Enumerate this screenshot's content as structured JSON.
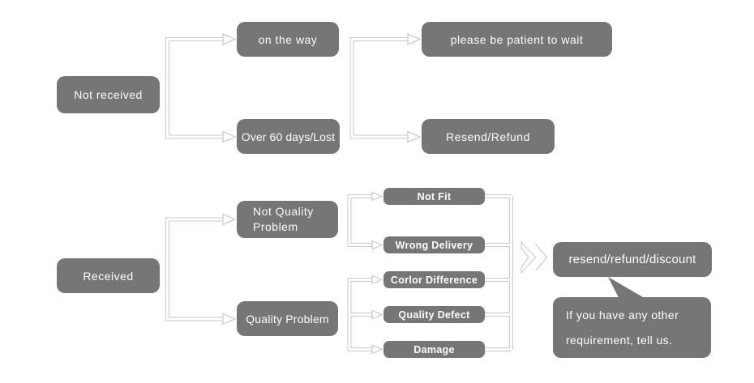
{
  "diagram": {
    "title": "after-sales decision flowchart",
    "colors": {
      "node_fill": "#767676",
      "node_text": "#fdfdfd",
      "connector": "#c9c9c9",
      "background": "#ffffff"
    },
    "icons": {
      "merge": "double-chevron-right-icon",
      "arrowhead": "hollow-triangle-arrow-icon"
    },
    "not_received_flow": {
      "root": "Not received",
      "branch1": "on the way",
      "branch1_outcome": "please be patient to wait",
      "branch2": "Over 60 days/Lost",
      "branch2_outcome": "Resend/Refund"
    },
    "received_flow": {
      "root": "Received",
      "branch1": "Not Quality Problem",
      "branch1_reasons": [
        "Not Fit",
        "Wrong Delivery"
      ],
      "branch2": "Quality Problem",
      "branch2_reasons": [
        "Corlor Difference",
        "Quality Defect",
        "Damage"
      ],
      "outcome": "resend/refund/discount",
      "note_line1": "If you have any other",
      "note_line2": "requirement, tell us."
    }
  }
}
